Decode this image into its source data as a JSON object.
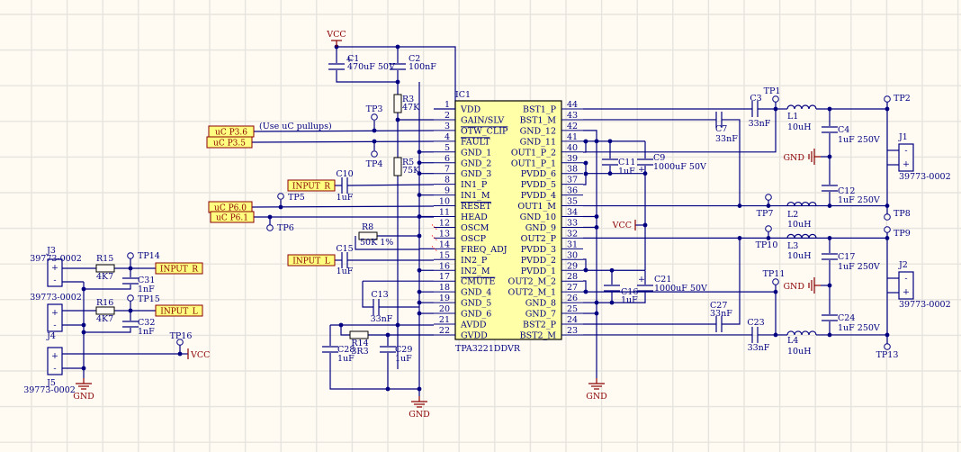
{
  "ic": {
    "ref": "IC1",
    "part": "TPA3221DDVR",
    "left_pins": [
      {
        "num": "1",
        "name": "VDD"
      },
      {
        "num": "2",
        "name": "GAIN/SLV"
      },
      {
        "num": "3",
        "name": "OTW_CLIP",
        "overbar": true
      },
      {
        "num": "4",
        "name": "FAULT",
        "overbar": true
      },
      {
        "num": "5",
        "name": "GND_1"
      },
      {
        "num": "6",
        "name": "GND_2"
      },
      {
        "num": "7",
        "name": "GND_3"
      },
      {
        "num": "8",
        "name": "IN1_P"
      },
      {
        "num": "9",
        "name": "IN1_M"
      },
      {
        "num": "10",
        "name": "RESET",
        "overbar": true
      },
      {
        "num": "11",
        "name": "HEAD"
      },
      {
        "num": "12",
        "name": "OSCM"
      },
      {
        "num": "13",
        "name": "OSCP"
      },
      {
        "num": "14",
        "name": "FREQ_ADJ"
      },
      {
        "num": "15",
        "name": "IN2_P"
      },
      {
        "num": "16",
        "name": "IN2_M"
      },
      {
        "num": "17",
        "name": "CMUTE",
        "overbar": true
      },
      {
        "num": "18",
        "name": "GND_4"
      },
      {
        "num": "19",
        "name": "GND_5"
      },
      {
        "num": "20",
        "name": "GND_6"
      },
      {
        "num": "21",
        "name": "AVDD"
      },
      {
        "num": "22",
        "name": "GVDD"
      }
    ],
    "right_pins": [
      {
        "num": "44",
        "name": "BST1_P"
      },
      {
        "num": "43",
        "name": "BST1_M"
      },
      {
        "num": "42",
        "name": "GND_12"
      },
      {
        "num": "41",
        "name": "GND_11"
      },
      {
        "num": "40",
        "name": "OUT1_P_2"
      },
      {
        "num": "39",
        "name": "OUT1_P_1"
      },
      {
        "num": "38",
        "name": "PVDD_6"
      },
      {
        "num": "37",
        "name": "PVDD_5"
      },
      {
        "num": "36",
        "name": "PVDD_4"
      },
      {
        "num": "35",
        "name": "OUT1_M"
      },
      {
        "num": "34",
        "name": "GND_10"
      },
      {
        "num": "33",
        "name": "GND_9"
      },
      {
        "num": "32",
        "name": "OUT2_P"
      },
      {
        "num": "31",
        "name": "PVDD_3"
      },
      {
        "num": "30",
        "name": "PVDD_2"
      },
      {
        "num": "29",
        "name": "PVDD_1"
      },
      {
        "num": "28",
        "name": "OUT2_M_2"
      },
      {
        "num": "27",
        "name": "OUT2_M_1"
      },
      {
        "num": "26",
        "name": "GND_8"
      },
      {
        "num": "25",
        "name": "GND_7"
      },
      {
        "num": "24",
        "name": "BST2_P"
      },
      {
        "num": "23",
        "name": "BST2_M"
      }
    ]
  },
  "power": {
    "vcc": "VCC",
    "gnd": "GND"
  },
  "net_labels": {
    "p36": "uC P3.6",
    "p35": "uC P3.5",
    "p60": "uC P6.0",
    "p61": "uC P6.1",
    "input_r": "INPUT_R",
    "input_l": "INPUT_L"
  },
  "notes": {
    "pullups": "(Use uC pullups)"
  },
  "components": {
    "C1": {
      "ref": "C1",
      "value": "470uF 50V"
    },
    "C2": {
      "ref": "C2",
      "value": "100nF"
    },
    "R3": {
      "ref": "R3",
      "value": "47K"
    },
    "R5": {
      "ref": "R5",
      "value": "75K"
    },
    "R8": {
      "ref": "R8",
      "value": "50K 1%"
    },
    "C10": {
      "ref": "C10",
      "value": "1uF"
    },
    "C15": {
      "ref": "C15",
      "value": "1uF"
    },
    "C13": {
      "ref": "C13",
      "value": "33nF"
    },
    "R14": {
      "ref": "R14",
      "value": "3R3"
    },
    "C28": {
      "ref": "C28",
      "value": "1uF"
    },
    "C29": {
      "ref": "C29",
      "value": "1uF"
    },
    "C3": {
      "ref": "C3",
      "value": "33nF"
    },
    "C7": {
      "ref": "C7",
      "value": "33nF"
    },
    "C11": {
      "ref": "C11",
      "value": "1uF"
    },
    "C9": {
      "ref": "C9",
      "value": "1000uF 50V"
    },
    "C16": {
      "ref": "C16",
      "value": "1uF"
    },
    "C21": {
      "ref": "C21",
      "value": "1000uF 50V"
    },
    "C27": {
      "ref": "C27",
      "value": "33nF"
    },
    "C23": {
      "ref": "C23",
      "value": "33nF"
    },
    "L1": {
      "ref": "L1",
      "value": "10uH"
    },
    "L2": {
      "ref": "L2",
      "value": "10uH"
    },
    "L3": {
      "ref": "L3",
      "value": "10uH"
    },
    "L4": {
      "ref": "L4",
      "value": "10uH"
    },
    "C4": {
      "ref": "C4",
      "value": "1uF 250V"
    },
    "C12": {
      "ref": "C12",
      "value": "1uF 250V"
    },
    "C17": {
      "ref": "C17",
      "value": "1uF 250V"
    },
    "C24": {
      "ref": "C24",
      "value": "1uF 250V"
    },
    "J1": {
      "ref": "J1",
      "value": "39773-0002"
    },
    "J2": {
      "ref": "J2",
      "value": "39773-0002"
    },
    "J3": {
      "ref": "J3",
      "value": "39773-0002"
    },
    "J4": {
      "ref": "J4",
      "value": "39773-0002"
    },
    "J5": {
      "ref": "J5",
      "value": "39773-0002"
    },
    "R15": {
      "ref": "R15",
      "value": "4K7"
    },
    "R16": {
      "ref": "R16",
      "value": "4K7"
    },
    "C31": {
      "ref": "C31",
      "value": "1nF"
    },
    "C32": {
      "ref": "C32",
      "value": "1nF"
    }
  },
  "test_points": [
    "TP1",
    "TP2",
    "TP3",
    "TP4",
    "TP5",
    "TP6",
    "TP7",
    "TP8",
    "TP9",
    "TP10",
    "TP11",
    "TP13",
    "TP14",
    "TP15",
    "TP16"
  ],
  "connector_pins": {
    "plus": "+",
    "minus": "-"
  }
}
